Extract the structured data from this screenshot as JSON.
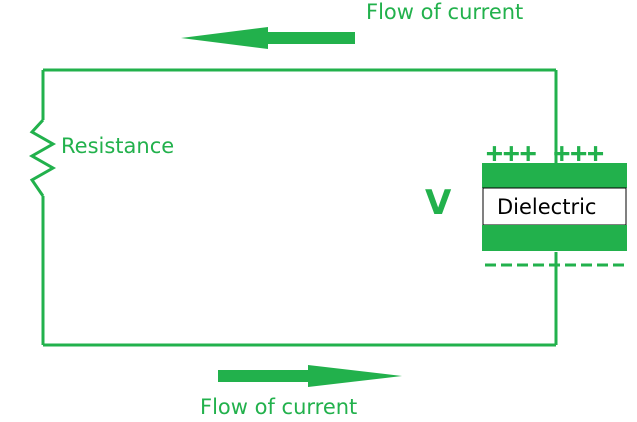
{
  "labels": {
    "flow_top": "Flow of current",
    "flow_bottom": "Flow of current",
    "resistance": "Resistance",
    "voltage": "V",
    "dielectric": "Dielectric",
    "positive_charges": "+++ +++"
  },
  "colors": {
    "accent": "#22b14c",
    "text": "#000000",
    "background": "#ffffff"
  },
  "icons": {
    "top_arrow": "arrow-left-icon",
    "bottom_arrow": "arrow-right-icon",
    "resistor": "resistor-icon"
  }
}
